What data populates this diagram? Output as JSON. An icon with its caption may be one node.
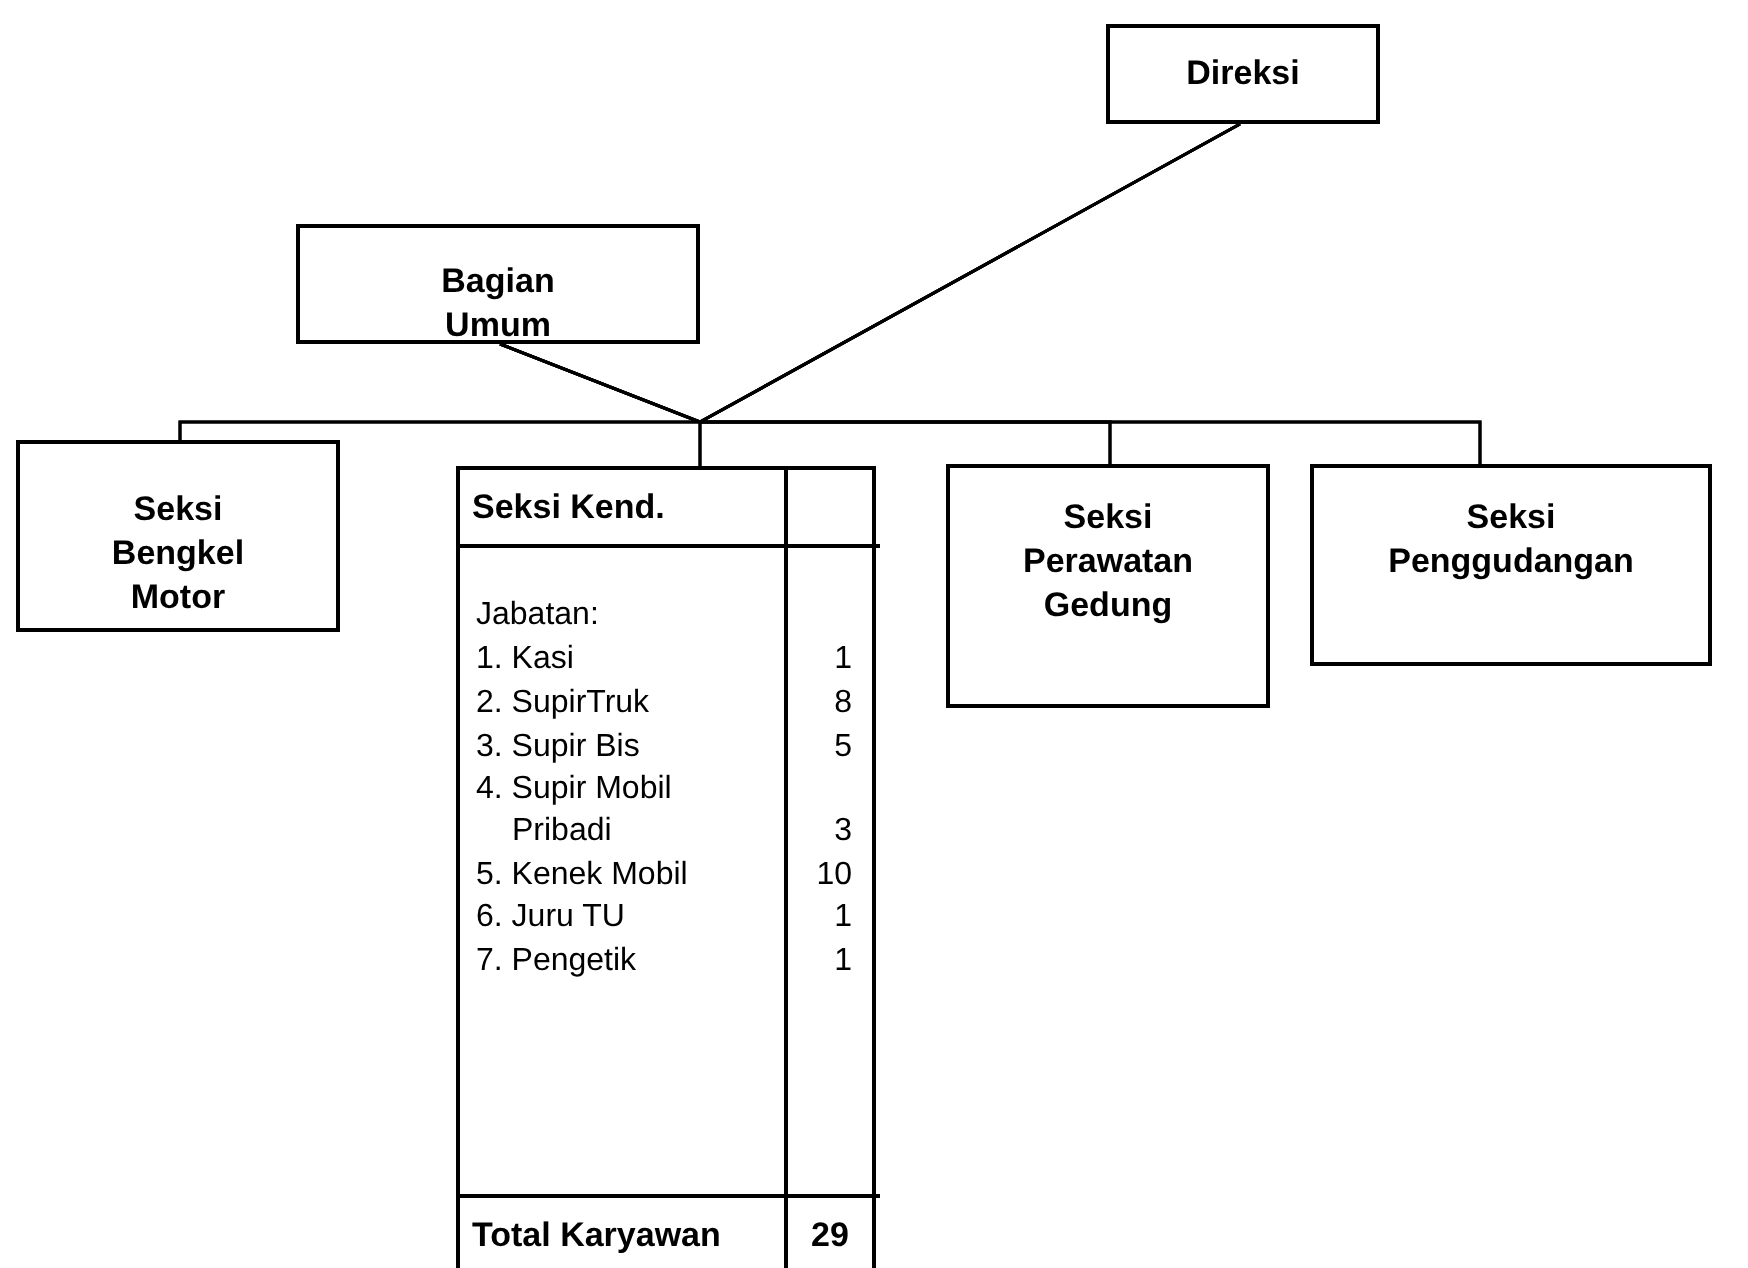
{
  "diagram": {
    "nodes": [
      {
        "text": [
          "Direksi"
        ]
      },
      {
        "text": [
          "Bagian Umum"
        ]
      },
      {
        "text": [
          "Seksi Bengkel Motor"
        ]
      },
      {
        "text": [
          "Seksi Kend."
        ]
      },
      {
        "text": [
          "Seksi Perawatan Gedung"
        ]
      },
      {
        "text": [
          "Seksi Penggudangan"
        ]
      }
    ],
    "edges": [
      {
        "from": 0,
        "to": 2,
        "arrow": "none"
      },
      {
        "from": 0,
        "to": 3,
        "arrow": "none"
      },
      {
        "from": 0,
        "to": 4,
        "arrow": "none"
      },
      {
        "from": 0,
        "to": 5,
        "arrow": "none"
      },
      {
        "from": 1,
        "to": 2,
        "arrow": "none"
      },
      {
        "from": 1,
        "to": 3,
        "arrow": "none"
      },
      {
        "from": 1,
        "to": 4,
        "arrow": "none"
      },
      {
        "from": 1,
        "to": 5,
        "arrow": "none"
      }
    ],
    "labels": [
      "Jabatan:",
      "1. Kasi",
      "1",
      "2. SupirTruk",
      "8",
      "3. Supir Bis",
      "5",
      "4. Supir Mobil Pribadi",
      "3",
      "5. Kenek Mobil",
      "10",
      "6. Juru TU",
      "1",
      "7. Pengetik",
      "1",
      "Total Karyawan",
      "29"
    ]
  }
}
